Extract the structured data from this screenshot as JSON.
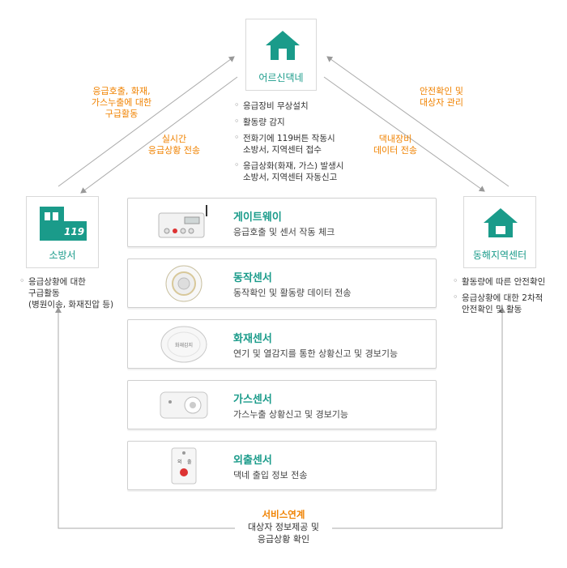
{
  "nodes": {
    "home": {
      "label": "어르신댁네"
    },
    "fire": {
      "label": "소방서",
      "badge": "119"
    },
    "center": {
      "label": "동해지역센터"
    }
  },
  "arrows": {
    "home_to_fire": [
      "응급호출, 화재,",
      "가스누출에 대한",
      "구급활동"
    ],
    "fire_realtime": [
      "실시간",
      "응급상황 전송"
    ],
    "center_manage": [
      "안전확인 및",
      "대상자 관리"
    ],
    "home_data": [
      "댁내장비",
      "데이터 전송"
    ]
  },
  "home_bullets": [
    [
      "응급장비 무상설치"
    ],
    [
      "활동량 감지"
    ],
    [
      "전화기에 119버튼 작동시",
      "소방서, 지역센터 접수"
    ],
    [
      "응급상화(화재, 가스) 발생시",
      "소방서, 지역센터 자동신고"
    ]
  ],
  "fire_bullets": [
    [
      "응급상황에 대한",
      "구급활동",
      "(병원이송, 화재진압 등)"
    ]
  ],
  "center_bullets": [
    [
      "활동량에 따른 안전확인"
    ],
    [
      "응급상황에 대한 2차적",
      "안전확인 및 활동"
    ]
  ],
  "devices": [
    {
      "title": "게이트웨이",
      "desc": "응급호출 및 센서 작동 체크",
      "icon": "gateway-device"
    },
    {
      "title": "동작센서",
      "desc": "동작확인 및 활동량 데이터 전송",
      "icon": "motion-sensor"
    },
    {
      "title": "화재센서",
      "desc": "연기 및 열감지를 통한 상황신고 및 경보기능",
      "icon": "fire-sensor",
      "device_text": "화재감지"
    },
    {
      "title": "가스센서",
      "desc": "가스누출 상황신고 및 경보기능",
      "icon": "gas-sensor"
    },
    {
      "title": "외출센서",
      "desc": "댁네 출입 정보 전송",
      "icon": "outing-sensor",
      "device_text": [
        "외",
        "출"
      ]
    }
  ],
  "service_link": {
    "title": "서비스연계",
    "lines": [
      "대상자 정보제공 및",
      "응급상황 확인"
    ]
  },
  "colors": {
    "teal": "#1a9b8a",
    "orange": "#f08200",
    "border": "#d9d9d9"
  }
}
